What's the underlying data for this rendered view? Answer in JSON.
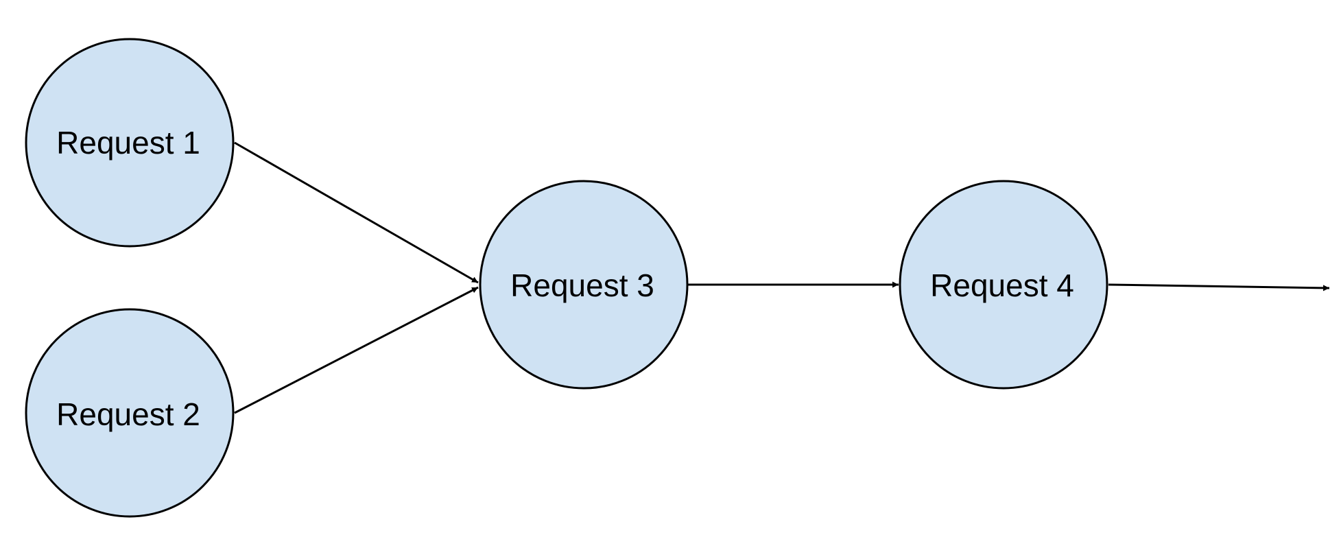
{
  "diagram": {
    "node_fill": "#cfe2f3",
    "stroke_color": "#000000",
    "nodes": [
      {
        "id": "request-1",
        "label": "Request 1"
      },
      {
        "id": "request-2",
        "label": "Request 2"
      },
      {
        "id": "request-3",
        "label": "Request 3"
      },
      {
        "id": "request-4",
        "label": "Request 4"
      }
    ],
    "edges": [
      {
        "from": "request-1",
        "to": "request-3"
      },
      {
        "from": "request-2",
        "to": "request-3"
      },
      {
        "from": "request-3",
        "to": "request-4"
      },
      {
        "from": "request-4",
        "to": ""
      }
    ]
  }
}
